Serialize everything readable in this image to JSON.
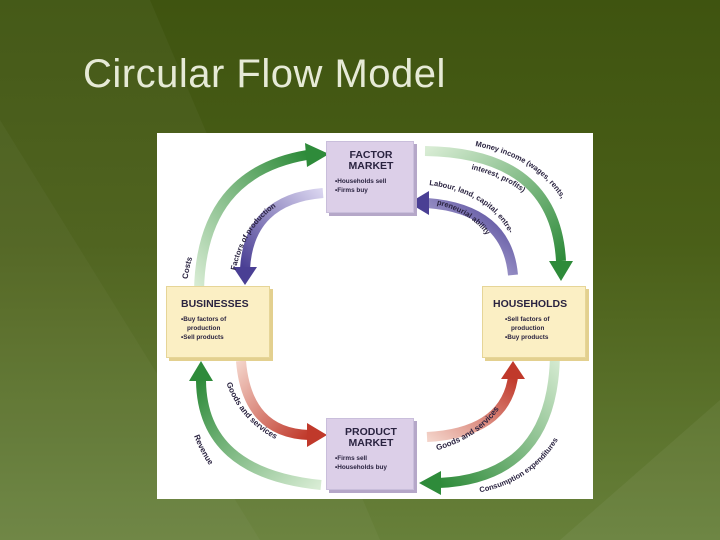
{
  "slide": {
    "title": "Circular Flow Model"
  },
  "diagram": {
    "factor_market": {
      "title_line1": "FACTOR",
      "title_line2": "MARKET",
      "items": [
        "Households sell",
        "Firms buy"
      ]
    },
    "product_market": {
      "title_line1": "PRODUCT",
      "title_line2": "MARKET",
      "items": [
        "Firms sell",
        "Households buy"
      ]
    },
    "businesses": {
      "title": "BUSINESSES",
      "items": [
        "Buy factors of",
        "production",
        "Sell products"
      ]
    },
    "households": {
      "title": "HOUSEHOLDS",
      "items": [
        "Sell factors of",
        "production",
        "Buy products"
      ]
    },
    "flow_labels": {
      "costs": "Costs",
      "factors_of_production": "Factors of production",
      "money_income_1": "Money income (wages, rents,",
      "money_income_2": "interest, profits)",
      "labour_1": "Labour, land, capital, entre-",
      "labour_2": "preneurial ability",
      "goods_services_left": "Goods and services",
      "goods_services_right": "Goods and services",
      "revenue": "Revenue",
      "consumption": "Consumption expenditures"
    },
    "colors": {
      "money_flow": "#2e8b3a",
      "real_flow_top": "#5a4fa0",
      "real_flow_bottom": "#c0392b",
      "market_box": "#dccfe8",
      "agent_box": "#fbefc4"
    }
  }
}
